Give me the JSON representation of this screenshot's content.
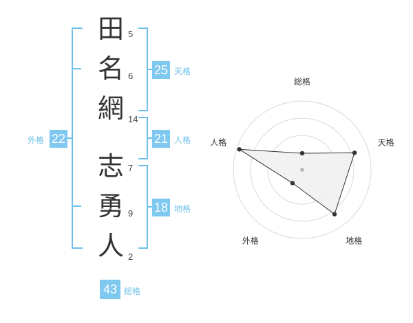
{
  "name": {
    "characters": [
      {
        "char": "田",
        "strokes": "5"
      },
      {
        "char": "名",
        "strokes": "6"
      },
      {
        "char": "網",
        "strokes": "14"
      },
      {
        "char": "志",
        "strokes": "7"
      },
      {
        "char": "勇",
        "strokes": "9"
      },
      {
        "char": "人",
        "strokes": "2"
      }
    ]
  },
  "fortunes": {
    "tenkaku": {
      "value": "25",
      "label": "天格"
    },
    "jinkaku": {
      "value": "21",
      "label": "人格"
    },
    "chikaku": {
      "value": "18",
      "label": "地格"
    },
    "gaikaku": {
      "value": "22",
      "label": "外格"
    },
    "soukaku": {
      "value": "43",
      "label": "総格"
    }
  },
  "chart_data": {
    "type": "radar",
    "axes": [
      "総格",
      "天格",
      "地格",
      "外格",
      "人格"
    ],
    "values": [
      0.24,
      0.8,
      0.8,
      0.24,
      0.96
    ],
    "max": 1,
    "rings": 4,
    "grid": true
  },
  "colors": {
    "accent": "#7fc8f0",
    "bracket": "#6ec0ea",
    "text": "#333333",
    "radar_fill": "#f0f0f0",
    "radar_stroke": "#333333",
    "radar_grid": "#d9d9d9"
  }
}
